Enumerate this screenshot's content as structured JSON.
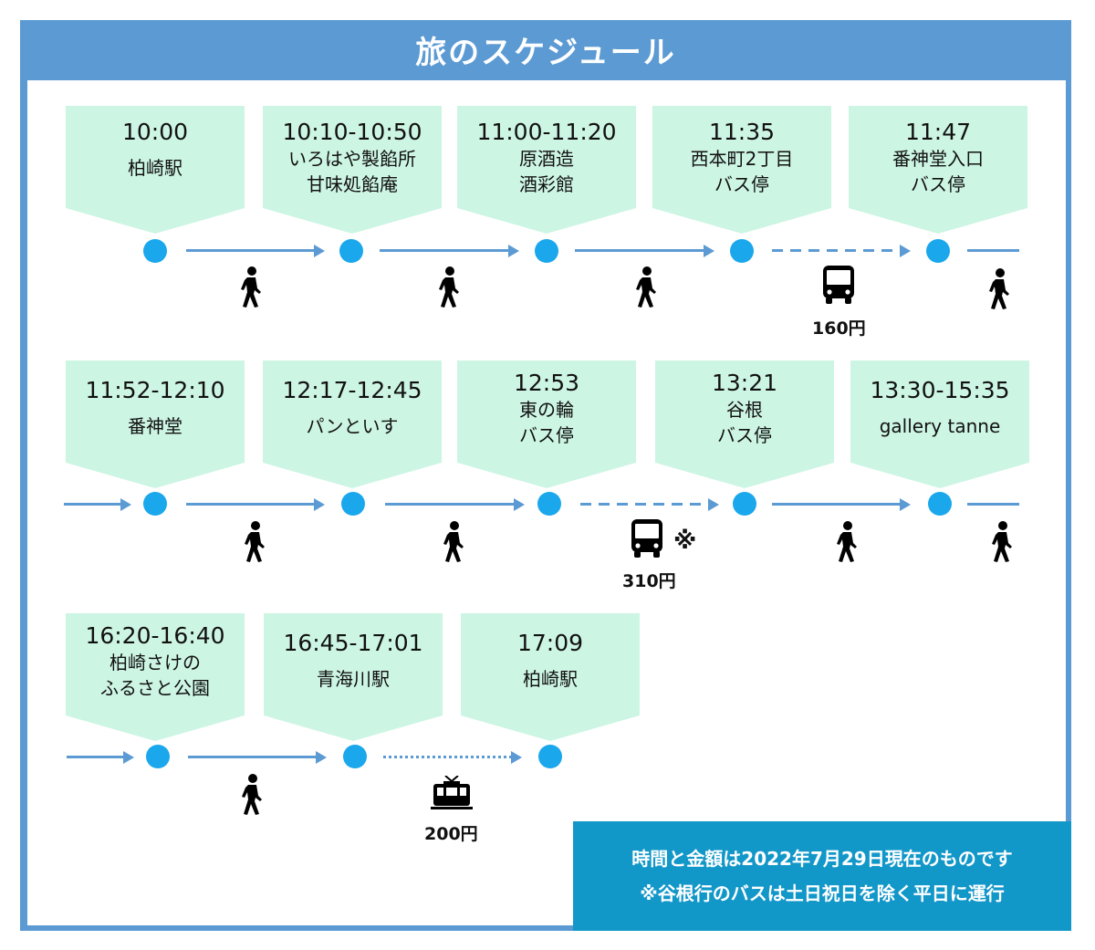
{
  "title": "旅のスケジュール",
  "colors": {
    "frame": "#5b9ad3",
    "stop_box": "#cdf5e4",
    "dot": "#1aa7ec",
    "note_bg": "#1297c9"
  },
  "rows": [
    {
      "stops": [
        {
          "time": "10:00",
          "name": "柏崎駅"
        },
        {
          "time": "10:10-10:50",
          "name": "いろはや製餡所\n甘味処餡庵"
        },
        {
          "time": "11:00-11:20",
          "name": "原酒造\n酒彩館"
        },
        {
          "time": "11:35",
          "name": "西本町2丁目\nバス停"
        },
        {
          "time": "11:47",
          "name": "番神堂入口\nバス停"
        }
      ],
      "segments": [
        {
          "mode": "walk",
          "icon": "walking-person-icon"
        },
        {
          "mode": "walk",
          "icon": "walking-person-icon"
        },
        {
          "mode": "walk",
          "icon": "walking-person-icon"
        },
        {
          "mode": "bus",
          "icon": "bus-icon",
          "fare": "160円"
        },
        {
          "mode": "walk",
          "icon": "walking-person-icon"
        }
      ]
    },
    {
      "stops": [
        {
          "time": "11:52-12:10",
          "name": "番神堂"
        },
        {
          "time": "12:17-12:45",
          "name": "パンといす"
        },
        {
          "time": "12:53",
          "name": "東の輪\nバス停"
        },
        {
          "time": "13:21",
          "name": "谷根\nバス停"
        },
        {
          "time": "13:30-15:35",
          "name": "gallery tanne"
        }
      ],
      "segments": [
        {
          "mode": "walk",
          "icon": "walking-person-icon"
        },
        {
          "mode": "walk",
          "icon": "walking-person-icon"
        },
        {
          "mode": "bus",
          "icon": "bus-icon",
          "fare": "310円",
          "mark": "※"
        },
        {
          "mode": "walk",
          "icon": "walking-person-icon"
        },
        {
          "mode": "walk",
          "icon": "walking-person-icon"
        }
      ]
    },
    {
      "stops": [
        {
          "time": "16:20-16:40",
          "name": "柏崎さけの\nふるさと公園"
        },
        {
          "time": "16:45-17:01",
          "name": "青海川駅"
        },
        {
          "time": "17:09",
          "name": "柏崎駅"
        }
      ],
      "segments": [
        {
          "mode": "walk",
          "icon": "walking-person-icon"
        },
        {
          "mode": "train",
          "icon": "train-icon",
          "fare": "200円"
        }
      ]
    }
  ],
  "notes": [
    "時間と金額は2022年7月29日現在のものです",
    "※谷根行のバスは土日祝日を除く平日に運行"
  ]
}
